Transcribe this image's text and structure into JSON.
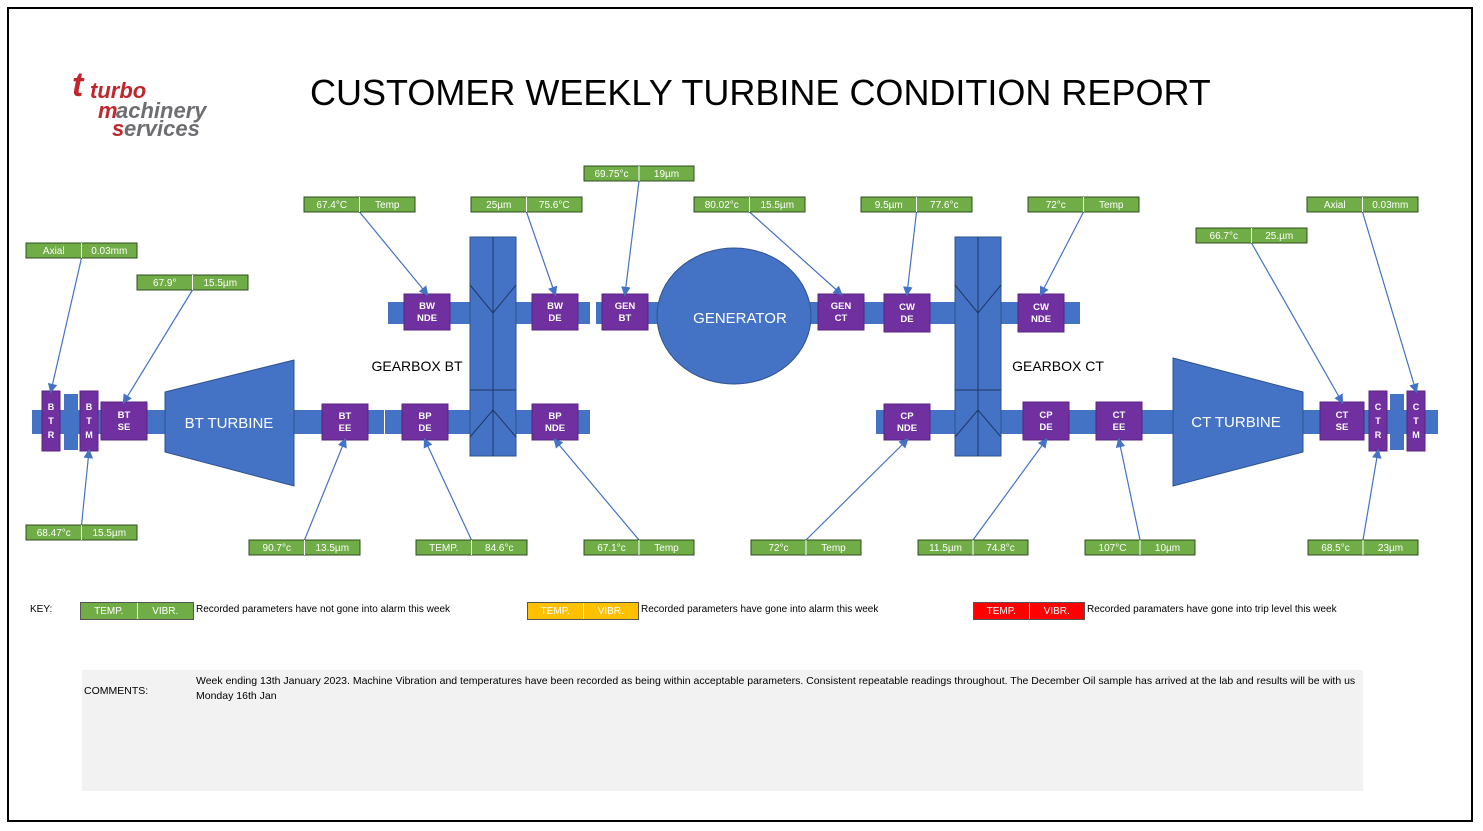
{
  "title": "CUSTOMER WEEKLY TURBINE CONDITION REPORT",
  "logo": {
    "line1": "turbo",
    "line2": "machinery",
    "line3": "services",
    "accent": "#c0272d",
    "gray": "#6d6e71"
  },
  "colors": {
    "shaft": "#4472c4",
    "bearing": "#7030a0",
    "reading_ok": "#70ad47",
    "reading_alarm": "#ffc000",
    "reading_trip": "#ff0000",
    "arrow": "#4472c4"
  },
  "machines": {
    "bt_turbine": "BT TURBINE",
    "gearbox_bt": "GEARBOX BT",
    "generator": "GENERATOR",
    "gearbox_ct": "GEARBOX CT",
    "ct_turbine": "CT TURBINE"
  },
  "bearings": [
    {
      "id": "btr",
      "lines": [
        "B",
        "T",
        "R"
      ]
    },
    {
      "id": "btm",
      "lines": [
        "B",
        "T",
        "M"
      ]
    },
    {
      "id": "btse",
      "lines": [
        "BT",
        "SE"
      ]
    },
    {
      "id": "btee",
      "lines": [
        "BT",
        "EE"
      ]
    },
    {
      "id": "bpde",
      "lines": [
        "BP",
        "DE"
      ]
    },
    {
      "id": "bpnde",
      "lines": [
        "BP",
        "NDE"
      ]
    },
    {
      "id": "bwnde",
      "lines": [
        "BW",
        "NDE"
      ]
    },
    {
      "id": "bwde",
      "lines": [
        "BW",
        "DE"
      ]
    },
    {
      "id": "genbt",
      "lines": [
        "GEN",
        "BT"
      ]
    },
    {
      "id": "genct",
      "lines": [
        "GEN",
        "CT"
      ]
    },
    {
      "id": "cwde",
      "lines": [
        "CW",
        "DE"
      ]
    },
    {
      "id": "cwnde",
      "lines": [
        "CW",
        "NDE"
      ]
    },
    {
      "id": "cpnde",
      "lines": [
        "CP",
        "NDE"
      ]
    },
    {
      "id": "cpde",
      "lines": [
        "CP",
        "DE"
      ]
    },
    {
      "id": "ctee",
      "lines": [
        "CT",
        "EE"
      ]
    },
    {
      "id": "ctse",
      "lines": [
        "CT",
        "SE"
      ]
    },
    {
      "id": "ctr",
      "lines": [
        "C",
        "T",
        "R"
      ]
    },
    {
      "id": "ctm",
      "lines": [
        "C",
        "T",
        "M"
      ]
    }
  ],
  "readings": [
    {
      "id": "r-btr",
      "a": "Axial",
      "b": "0.03mm",
      "target": "btr"
    },
    {
      "id": "r-btse",
      "a": "67.9°",
      "b": "15.5µm",
      "target": "btse"
    },
    {
      "id": "r-btm",
      "a": "68.47°c",
      "b": "15.5µm",
      "target": "btm"
    },
    {
      "id": "r-bwnde",
      "a": "67.4°C",
      "b": "Temp",
      "target": "bwnde"
    },
    {
      "id": "r-bwde",
      "a": "25µm",
      "b": "75.6°C",
      "target": "bwde"
    },
    {
      "id": "r-genbt",
      "a": "69.75°c",
      "b": "19µm",
      "target": "genbt"
    },
    {
      "id": "r-genct",
      "a": "80.02°c",
      "b": "15.5µm",
      "target": "genct"
    },
    {
      "id": "r-cwde",
      "a": "9.5µm",
      "b": "77.6°c",
      "target": "cwde"
    },
    {
      "id": "r-cwnde",
      "a": "72°c",
      "b": "Temp",
      "target": "cwnde"
    },
    {
      "id": "r-ctm",
      "a": "Axial",
      "b": "0.03mm",
      "target": "ctm"
    },
    {
      "id": "r-ctse",
      "a": "66.7°c",
      "b": "25.µm",
      "target": "ctse"
    },
    {
      "id": "r-btee",
      "a": "90.7°c",
      "b": "13.5µm",
      "target": "btee"
    },
    {
      "id": "r-bpde",
      "a": "TEMP.",
      "b": "84.6°c",
      "target": "bpde"
    },
    {
      "id": "r-bpnde",
      "a": "67.1°c",
      "b": "Temp",
      "target": "bpnde"
    },
    {
      "id": "r-cpnde",
      "a": "72°c",
      "b": "Temp",
      "target": "cpnde"
    },
    {
      "id": "r-cpde",
      "a": "11.5µm",
      "b": "74.8°c",
      "target": "cpde"
    },
    {
      "id": "r-ctee",
      "a": "107°C",
      "b": "10µm",
      "target": "ctee"
    },
    {
      "id": "r-ctr",
      "a": "68.5°c",
      "b": "23µm",
      "target": "ctr"
    }
  ],
  "key": {
    "label": "KEY:",
    "items": [
      {
        "temp": "TEMP.",
        "vibr": "VIBR.",
        "color": "#70ad47",
        "text": "Recorded parameters have not gone into alarm this week"
      },
      {
        "temp": "TEMP.",
        "vibr": "VIBR.",
        "color": "#ffc000",
        "text": "Recorded parameters have gone into alarm this week"
      },
      {
        "temp": "TEMP.",
        "vibr": "VIBR.",
        "color": "#ff0000",
        "text": "Recorded paramaters have gone into trip level this week"
      }
    ]
  },
  "comments": {
    "label": "COMMENTS:",
    "text": "Week ending 13th January 2023.    Machine Vibration and temperatures have been recorded as being within acceptable parameters.    Consistent repeatable readings throughout.   The December Oil sample has arrived at the lab and results will be with us Monday 16th Jan"
  }
}
